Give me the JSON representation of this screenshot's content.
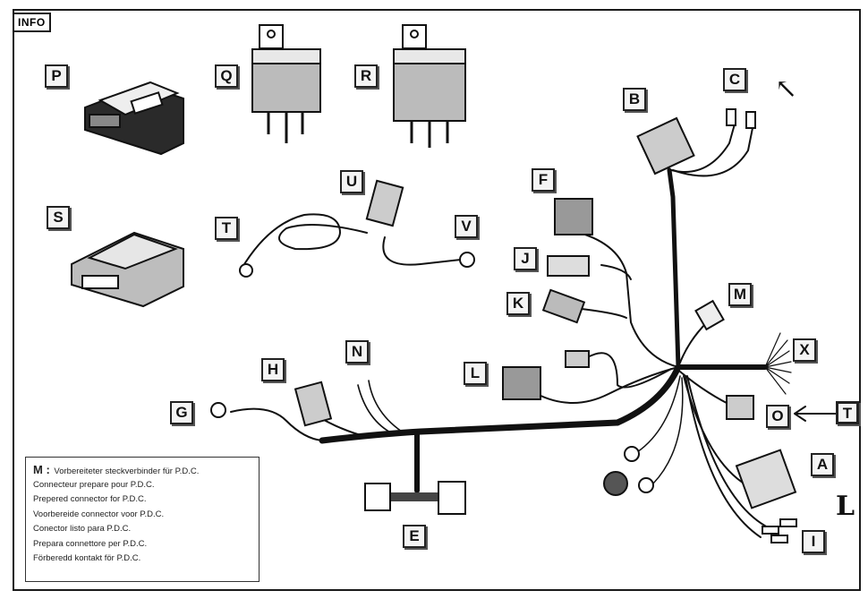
{
  "info_tag": "INFO",
  "part_labels": {
    "a": "A",
    "b": "B",
    "c": "C",
    "e": "E",
    "f": "F",
    "g": "G",
    "h": "H",
    "i": "I",
    "j": "J",
    "k": "K",
    "l": "L",
    "m": "M",
    "n": "N",
    "o": "O",
    "p": "P",
    "q": "Q",
    "r": "R",
    "s": "S",
    "t": "T",
    "u": "U",
    "v": "V",
    "x": "X",
    "t_pointer": "T"
  },
  "handwritten_marks": {
    "near_c": "↖",
    "near_a": "L"
  },
  "legend": {
    "key": "M :",
    "lines": [
      "Vorbereiteter steckverbinder für P.D.C.",
      "Connecteur prepare pour P.D.C.",
      "Prepered connector for P.D.C.",
      "Voorbereide connector voor P.D.C.",
      "Conector listo para P.D.C.",
      "Prepara connettore per P.D.C.",
      "Förberedd kontakt för P.D.C."
    ]
  }
}
